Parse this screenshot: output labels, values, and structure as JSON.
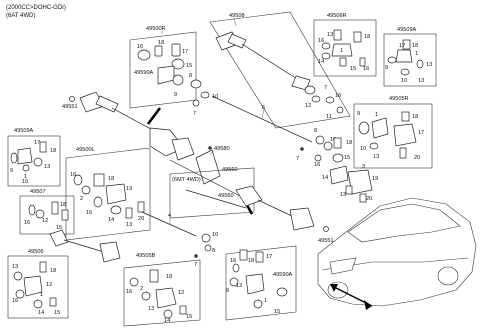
{
  "header": {
    "spec_line1": "(2000CC>DOHC-GDI)",
    "spec_line2": "(6AT 4WD)"
  },
  "boxes": {
    "mt_4wd_label": "(6MT 4WD)"
  },
  "callouts": {
    "c49508": "49508",
    "c49506R": "49506R",
    "c49509A_top": "49509A",
    "c49500R": "49500R",
    "c49590A_top": "49590A",
    "c49551_top": "49551",
    "c49505R": "49505R",
    "c49509A_left": "49509A",
    "c49500L": "49500L",
    "c49580": "49580",
    "c49560_a": "49560",
    "c49560_b": "49560",
    "c49507": "49507",
    "c49506": "49506",
    "c49505B": "49505B",
    "c49590A_bot": "49590A",
    "c49551_bot": "49551"
  },
  "numbers": {
    "n1": "1",
    "n2": "2",
    "n3": "3",
    "n4": "4",
    "n5": "5",
    "n6": "6",
    "n7": "7",
    "n8": "8",
    "n9": "9",
    "n10": "10",
    "n11": "11",
    "n12": "12",
    "n13": "13",
    "n14": "14",
    "n15": "15",
    "n16": "16",
    "n17": "17",
    "n18": "18",
    "n19": "19",
    "n20": "20"
  }
}
